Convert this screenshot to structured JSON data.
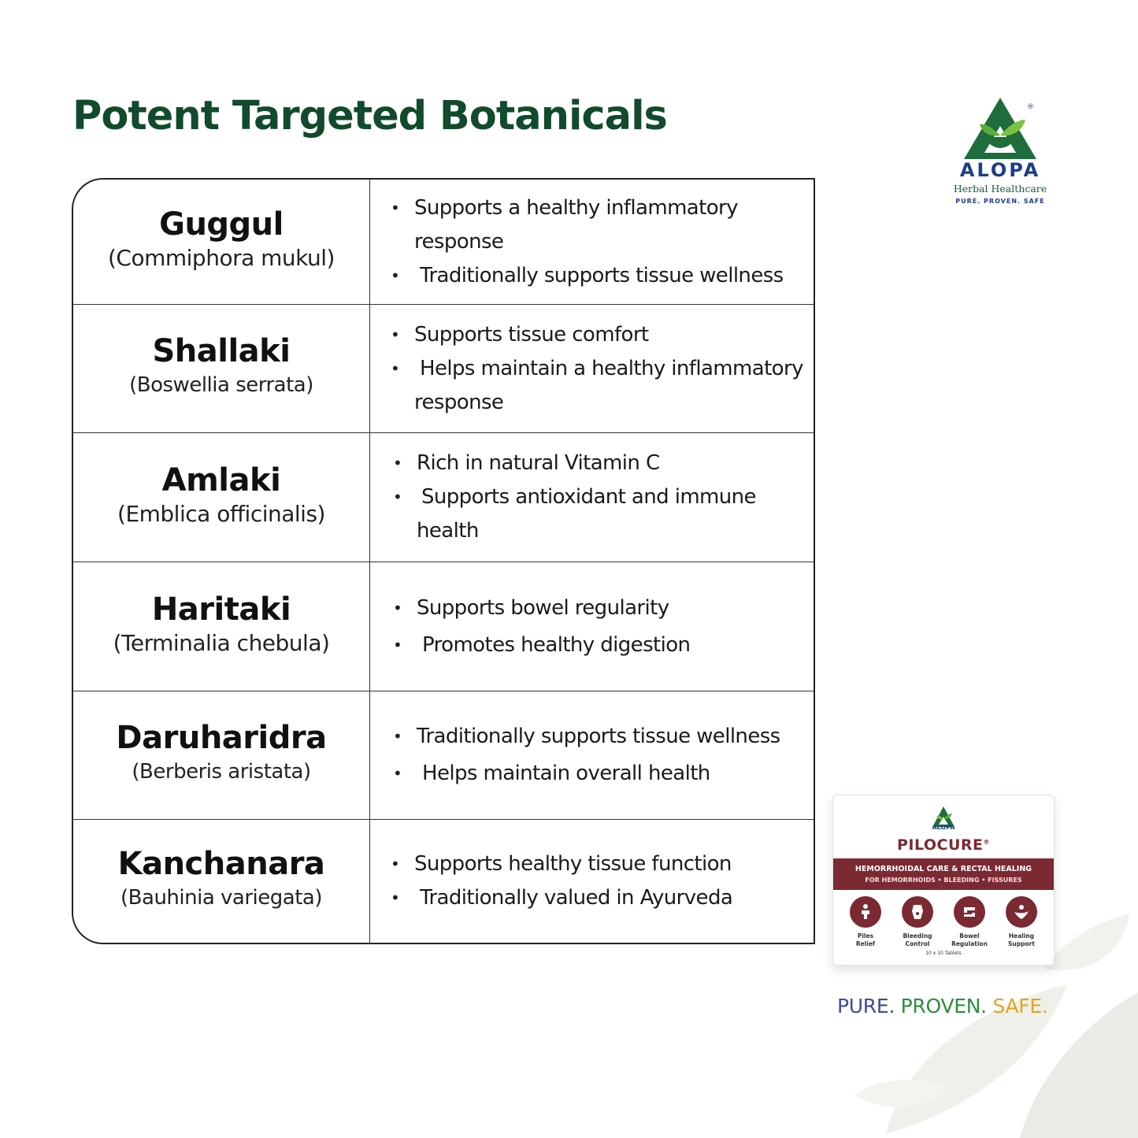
{
  "page": {
    "title": "Potent Targeted Botanicals"
  },
  "brand": {
    "logo_word": "ALOPA",
    "logo_subtitle": "Herbal Healthcare",
    "logo_tagline": "PURE. PROVEN. SAFE",
    "tagline_pure": "PURE.",
    "tagline_proven": "PROVEN.",
    "tagline_safe": "SAFE.",
    "colors": {
      "title_green": "#124a2c",
      "logo_blue": "#1d3c8a",
      "logo_green": "#1f7a3a",
      "product_maroon": "#7b2932",
      "tag_pure": "#3f4a96",
      "tag_proven": "#2e8c3e",
      "tag_safe": "#e3a424"
    }
  },
  "botanicals": [
    {
      "name": "Guggul",
      "latin": "(Commiphora mukul)",
      "benefits": [
        "Supports a healthy inflammatory",
        "response",
        "Traditionally supports tissue wellness"
      ]
    },
    {
      "name": "Shallaki",
      "latin": "(Boswellia serrata)",
      "benefits": [
        "Supports tissue comfort",
        "Helps maintain a healthy inflammatory",
        "response"
      ]
    },
    {
      "name": "Amlaki",
      "latin": "(Emblica officinalis)",
      "benefits": [
        "Rich in natural Vitamin C",
        "Supports antioxidant and immune",
        "health"
      ]
    },
    {
      "name": "Haritaki",
      "latin": "(Terminalia chebula)",
      "benefits": [
        "Supports bowel regularity",
        "Promotes healthy digestion"
      ]
    },
    {
      "name": "Daruharidra",
      "latin": "(Berberis aristata)",
      "benefits": [
        "Traditionally supports tissue wellness",
        "Helps maintain overall health"
      ]
    },
    {
      "name": "Kanchanara",
      "latin": "(Bauhinia variegata)",
      "benefits": [
        "Supports healthy tissue function",
        "Traditionally valued in Ayurveda"
      ]
    }
  ],
  "product": {
    "brand": "ALOPA",
    "name": "PILOCURE",
    "line1": "HEMORRHOIDAL CARE & RECTAL HEALING",
    "line2": "FOR HEMORRHOIDS • BLEEDING • FISSURES",
    "features": [
      {
        "label": "Piles\nRelief",
        "icon": "seated-person-icon"
      },
      {
        "label": "Bleeding\nControl",
        "icon": "body-torso-icon"
      },
      {
        "label": "Bowel\nRegulation",
        "icon": "intestine-icon"
      },
      {
        "label": "Healing\nSupport",
        "icon": "hand-leaf-icon"
      }
    ],
    "pack_size": "10 x 10 Tablets"
  }
}
